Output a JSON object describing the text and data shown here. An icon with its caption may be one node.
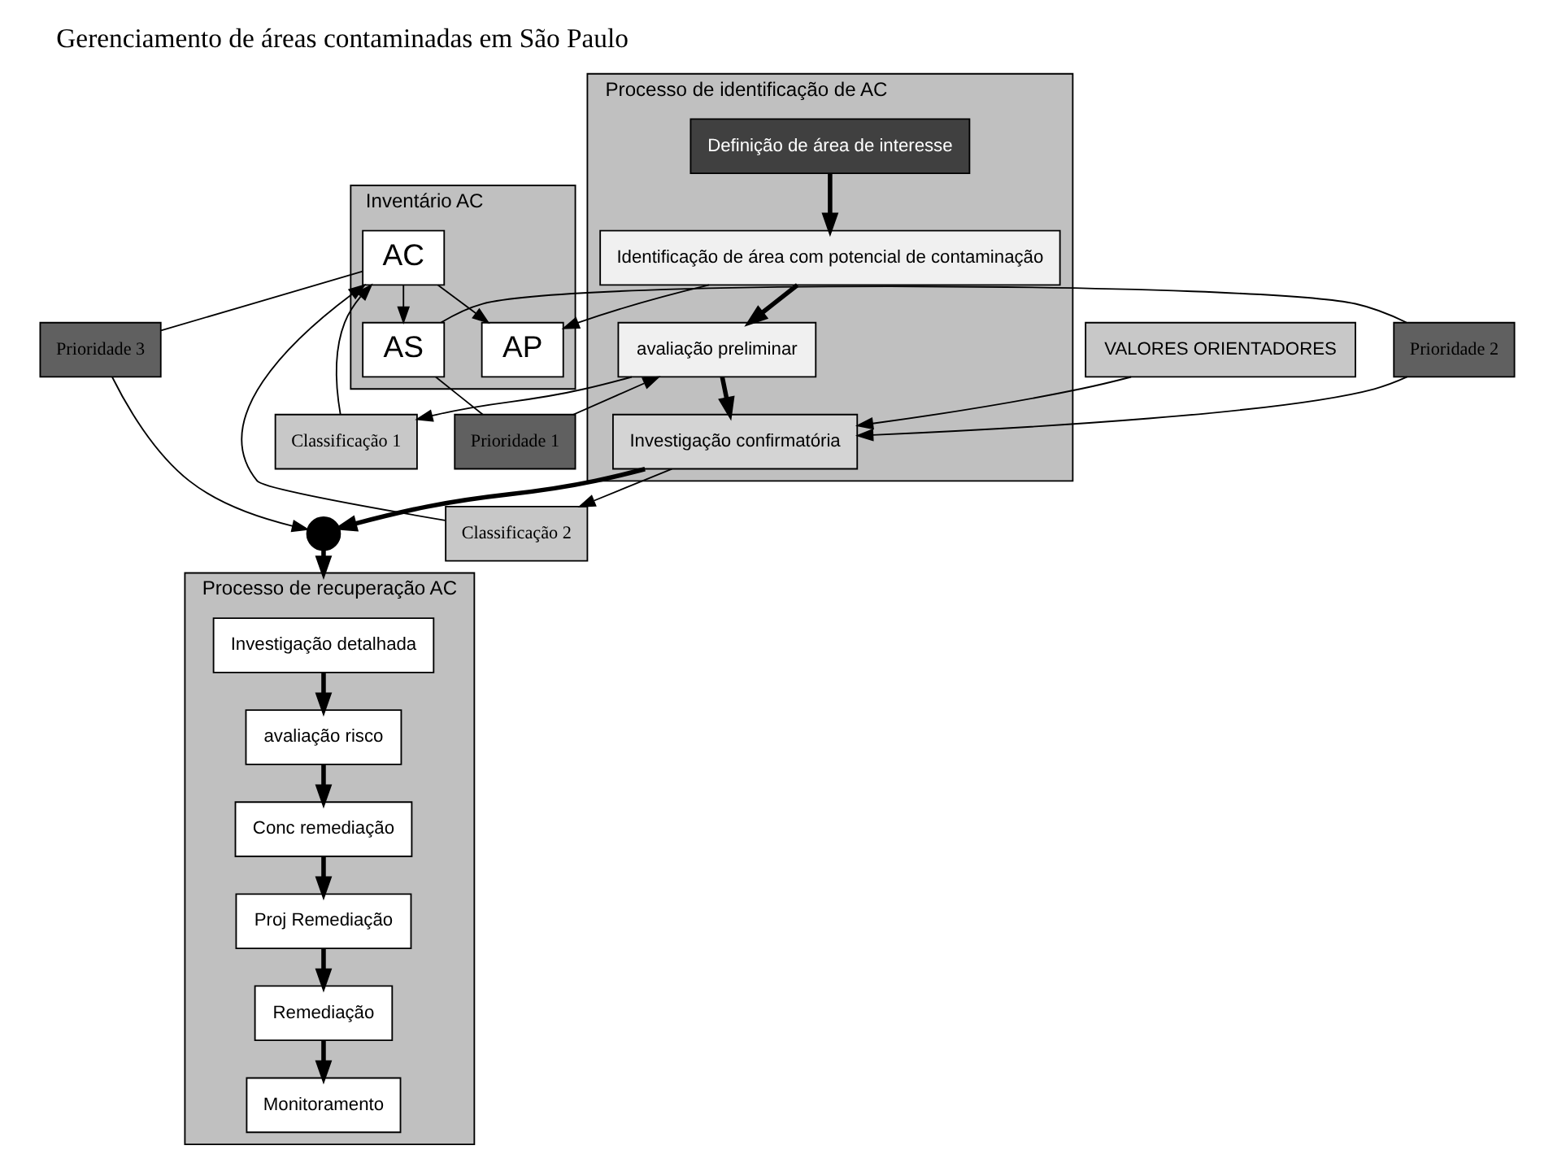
{
  "diagram": {
    "title": "Gerenciamento de áreas contaminadas em São Paulo",
    "nodes": [
      {
        "text": [
          "Inventário AC"
        ]
      },
      {
        "text": [
          "AP"
        ],
        "in": 0
      },
      {
        "text": [
          "AS"
        ],
        "in": 0
      },
      {
        "text": [
          "AC"
        ],
        "in": 0
      },
      {
        "text": [
          "Processo de identificação de AC"
        ]
      },
      {
        "text": [
          "Definição de área de interesse"
        ],
        "in": 4
      },
      {
        "text": [
          "Identificação de área com potencial de contaminação"
        ],
        "in": 4
      },
      {
        "text": [
          "avaliação preliminar"
        ],
        "in": 4
      },
      {
        "text": [
          "Investigação confirmatória"
        ],
        "in": 4
      },
      {
        "text": [
          "Prioridade 1"
        ]
      },
      {
        "text": [
          "Classificação 1"
        ]
      },
      {
        "text": [
          "Prioridade 2"
        ]
      },
      {
        "text": [
          "Classificação 2"
        ]
      },
      {
        "text": [
          "Prioridade 3"
        ]
      },
      {
        "text": [
          "VALORES ORIENTADORES"
        ]
      },
      {
        "text": [],
        "shape": "circle"
      },
      {
        "text": [
          "Processo de recuperação AC"
        ]
      },
      {
        "text": [
          "Investigação detalhada"
        ],
        "in": 16
      },
      {
        "text": [
          "avaliação risco"
        ],
        "in": 16
      },
      {
        "text": [
          "Conc remediação"
        ],
        "in": 16
      },
      {
        "text": [
          "Proj Remediação"
        ],
        "in": 16
      },
      {
        "text": [
          "Remediação"
        ],
        "in": 16
      },
      {
        "text": [
          "Monitoramento"
        ],
        "in": 16
      }
    ],
    "edges": [
      {
        "from": 5,
        "to": 6,
        "arrow": "to",
        "style": "thick"
      },
      {
        "from": 6,
        "to": 7,
        "arrow": "to",
        "style": "thick"
      },
      {
        "from": 7,
        "to": 8,
        "arrow": "to",
        "style": "thick"
      },
      {
        "from": 8,
        "to": 15,
        "arrow": "to",
        "style": "thick"
      },
      {
        "from": 6,
        "to": 1,
        "arrow": "to"
      },
      {
        "from": 2,
        "to": 9,
        "arrow": "none"
      },
      {
        "from": 9,
        "to": 7,
        "arrow": "to"
      },
      {
        "from": 7,
        "to": 10,
        "arrow": "to"
      },
      {
        "from": 10,
        "to": 3,
        "arrow": "to"
      },
      {
        "from": 3,
        "to": 1,
        "arrow": "to"
      },
      {
        "from": 3,
        "to": 2,
        "arrow": "to"
      },
      {
        "from": 2,
        "to": 11,
        "arrow": "none"
      },
      {
        "from": 11,
        "to": 8,
        "arrow": "to"
      },
      {
        "from": 8,
        "to": 12,
        "arrow": "to"
      },
      {
        "from": 12,
        "to": 3,
        "arrow": "to"
      },
      {
        "from": 3,
        "to": 13,
        "arrow": "none"
      },
      {
        "from": 13,
        "to": 15,
        "arrow": "to"
      },
      {
        "from": 14,
        "to": 8,
        "arrow": "to"
      },
      {
        "from": 15,
        "to": 16,
        "arrow": "to",
        "style": "thick"
      },
      {
        "from": 17,
        "to": 18,
        "arrow": "to",
        "style": "thick"
      },
      {
        "from": 18,
        "to": 19,
        "arrow": "to",
        "style": "thick"
      },
      {
        "from": 19,
        "to": 20,
        "arrow": "to",
        "style": "thick"
      },
      {
        "from": 20,
        "to": 21,
        "arrow": "to",
        "style": "thick"
      },
      {
        "from": 21,
        "to": 22,
        "arrow": "to",
        "style": "thick"
      }
    ]
  }
}
